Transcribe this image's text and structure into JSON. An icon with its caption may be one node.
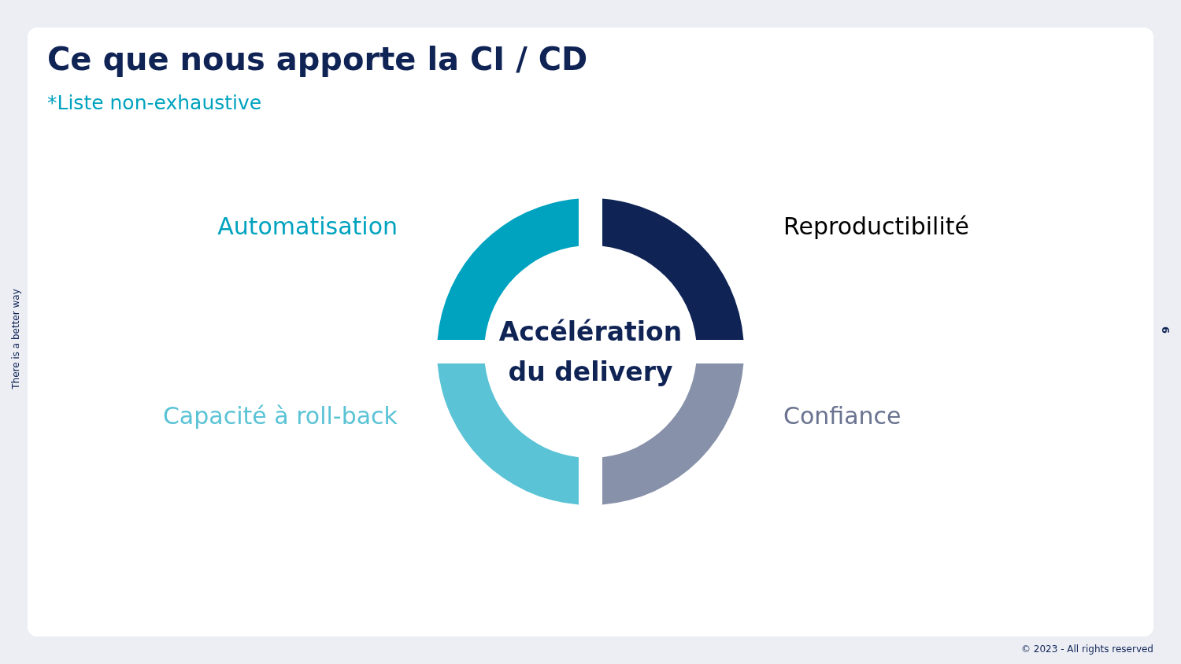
{
  "diagram": {
    "title": "Ce que nous apporte la CI / CD",
    "nodes": [
      {
        "text": [],
        "shape": "arc",
        "beside": [
          "Automatisation"
        ]
      },
      {
        "text": [],
        "shape": "arc",
        "beside": [
          "Reproductibilité"
        ]
      },
      {
        "text": [
          "Accélération du delivery"
        ]
      },
      {
        "text": [],
        "shape": "arc",
        "beside": [
          "Capacité à roll-back"
        ]
      },
      {
        "text": [],
        "shape": "arc",
        "beside": [
          "Confiance"
        ]
      }
    ],
    "labels": [
      "*Liste non-exhaustive",
      "There is a better way",
      "6",
      "© 2023 - All rights reserved"
    ]
  }
}
